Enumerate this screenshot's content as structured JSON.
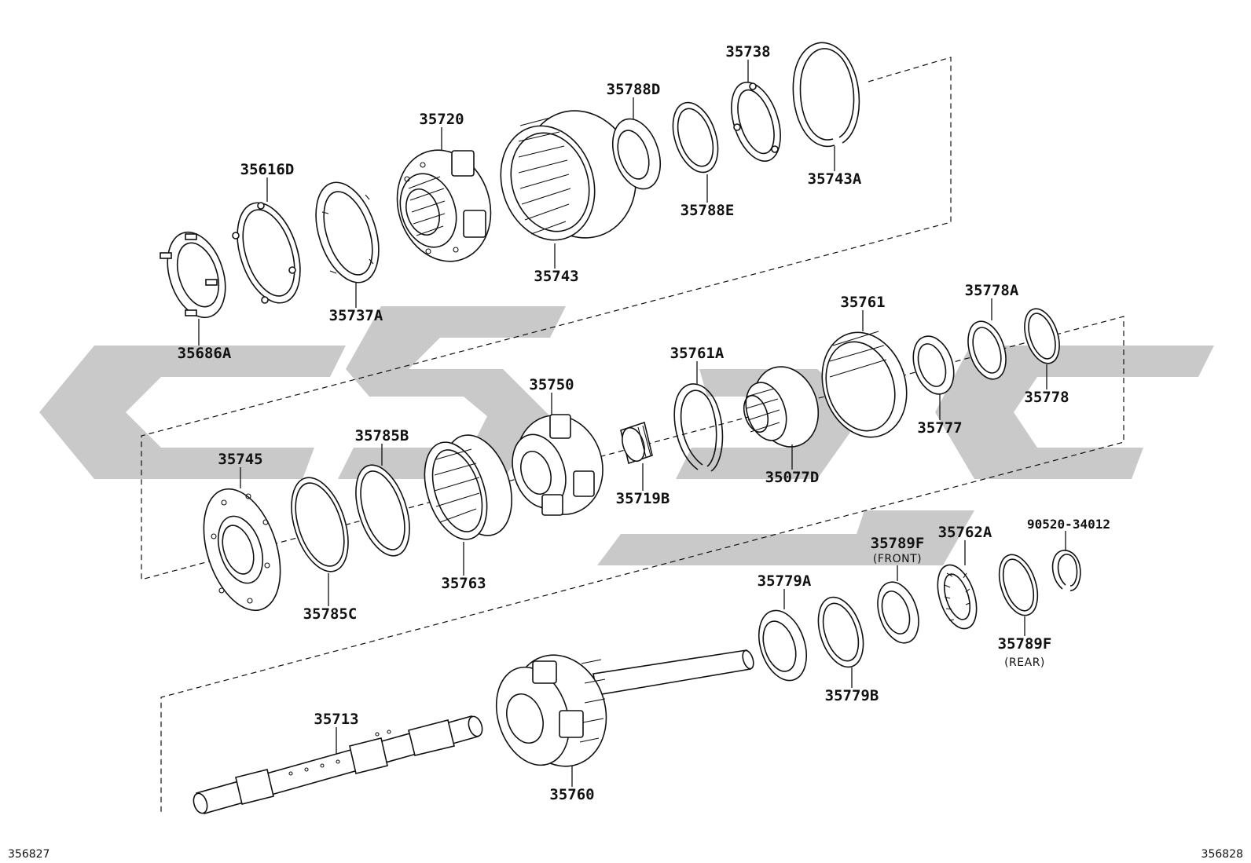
{
  "diagram": {
    "colors": {
      "line": "#111111",
      "watermark": "#c9c9c9",
      "background": "#ffffff"
    },
    "corner_ids": {
      "left": "356827",
      "right": "356828"
    },
    "parts": [
      {
        "id": "35686A"
      },
      {
        "id": "35616D"
      },
      {
        "id": "35737A"
      },
      {
        "id": "35720"
      },
      {
        "id": "35743"
      },
      {
        "id": "35788D"
      },
      {
        "id": "35788E"
      },
      {
        "id": "35738"
      },
      {
        "id": "35743A"
      },
      {
        "id": "35745"
      },
      {
        "id": "35785C"
      },
      {
        "id": "35785B"
      },
      {
        "id": "35763"
      },
      {
        "id": "35750"
      },
      {
        "id": "35719B"
      },
      {
        "id": "35761A"
      },
      {
        "id": "35077D"
      },
      {
        "id": "35761"
      },
      {
        "id": "35777"
      },
      {
        "id": "35778A"
      },
      {
        "id": "35778"
      },
      {
        "id": "35713"
      },
      {
        "id": "35760"
      },
      {
        "id": "35779A"
      },
      {
        "id": "35779B"
      },
      {
        "id": "35789F",
        "note": "(FRONT)"
      },
      {
        "id": "35762A"
      },
      {
        "id": "35789F",
        "note": "(REAR)"
      },
      {
        "id": "90520-34012"
      }
    ]
  }
}
